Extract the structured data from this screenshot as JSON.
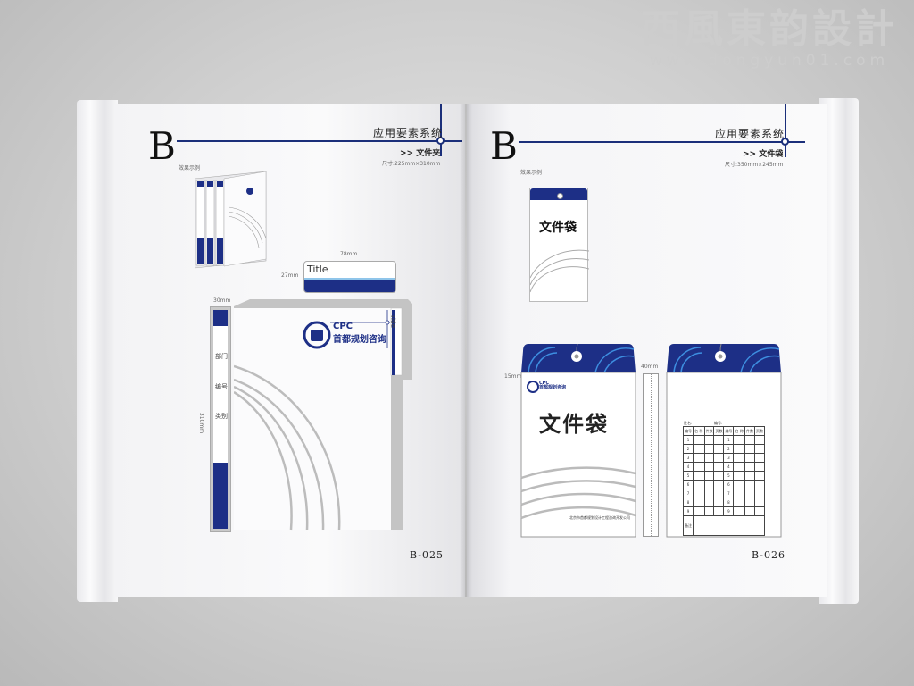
{
  "watermark": {
    "name": "西風東韵設計",
    "url": "www.dongyun01.com"
  },
  "colors": {
    "navy": "#1d2f86",
    "accent_blue": "#3d8ee0",
    "arc_gray": "#b5b5b5"
  },
  "left_page": {
    "letter": "B",
    "section": "应用要素系统",
    "subtitle": ">> 文件夹",
    "size": "尺寸:225mm×310mm",
    "caption": "效果示例",
    "tab": {
      "width_dim": "78mm",
      "height_dim": "27mm",
      "label": "Title"
    },
    "spine": {
      "width_dim": "30mm",
      "height_dim": "310mm",
      "labels": [
        "部门",
        "编号",
        "类别"
      ]
    },
    "logo": {
      "abbr": "CPC",
      "name": "首都规划咨询"
    },
    "folder_tab_label": "Title",
    "page_number": "B-025"
  },
  "right_page": {
    "letter": "B",
    "section": "应用要素系统",
    "subtitle": ">> 文件袋",
    "size": "尺寸:350mm×245mm",
    "caption": "效果示例",
    "envelope_title": "文件袋",
    "flap_dim": "15mm",
    "gusset_dim": "40mm",
    "logo": {
      "abbr": "CPC",
      "name": "首都规划咨询"
    },
    "company": "北京市首都规划设计工程咨询开发公司",
    "form": {
      "name_label": "姓名:",
      "number_label": "编号:",
      "headers": [
        "编号",
        "名 称",
        "件数",
        "页数",
        "编号",
        "名 称",
        "件数",
        "页数"
      ],
      "rows": [
        "1",
        "2",
        "3",
        "4",
        "5",
        "6",
        "7",
        "8",
        "9"
      ],
      "remarks": "备注"
    },
    "page_number": "B-026"
  }
}
